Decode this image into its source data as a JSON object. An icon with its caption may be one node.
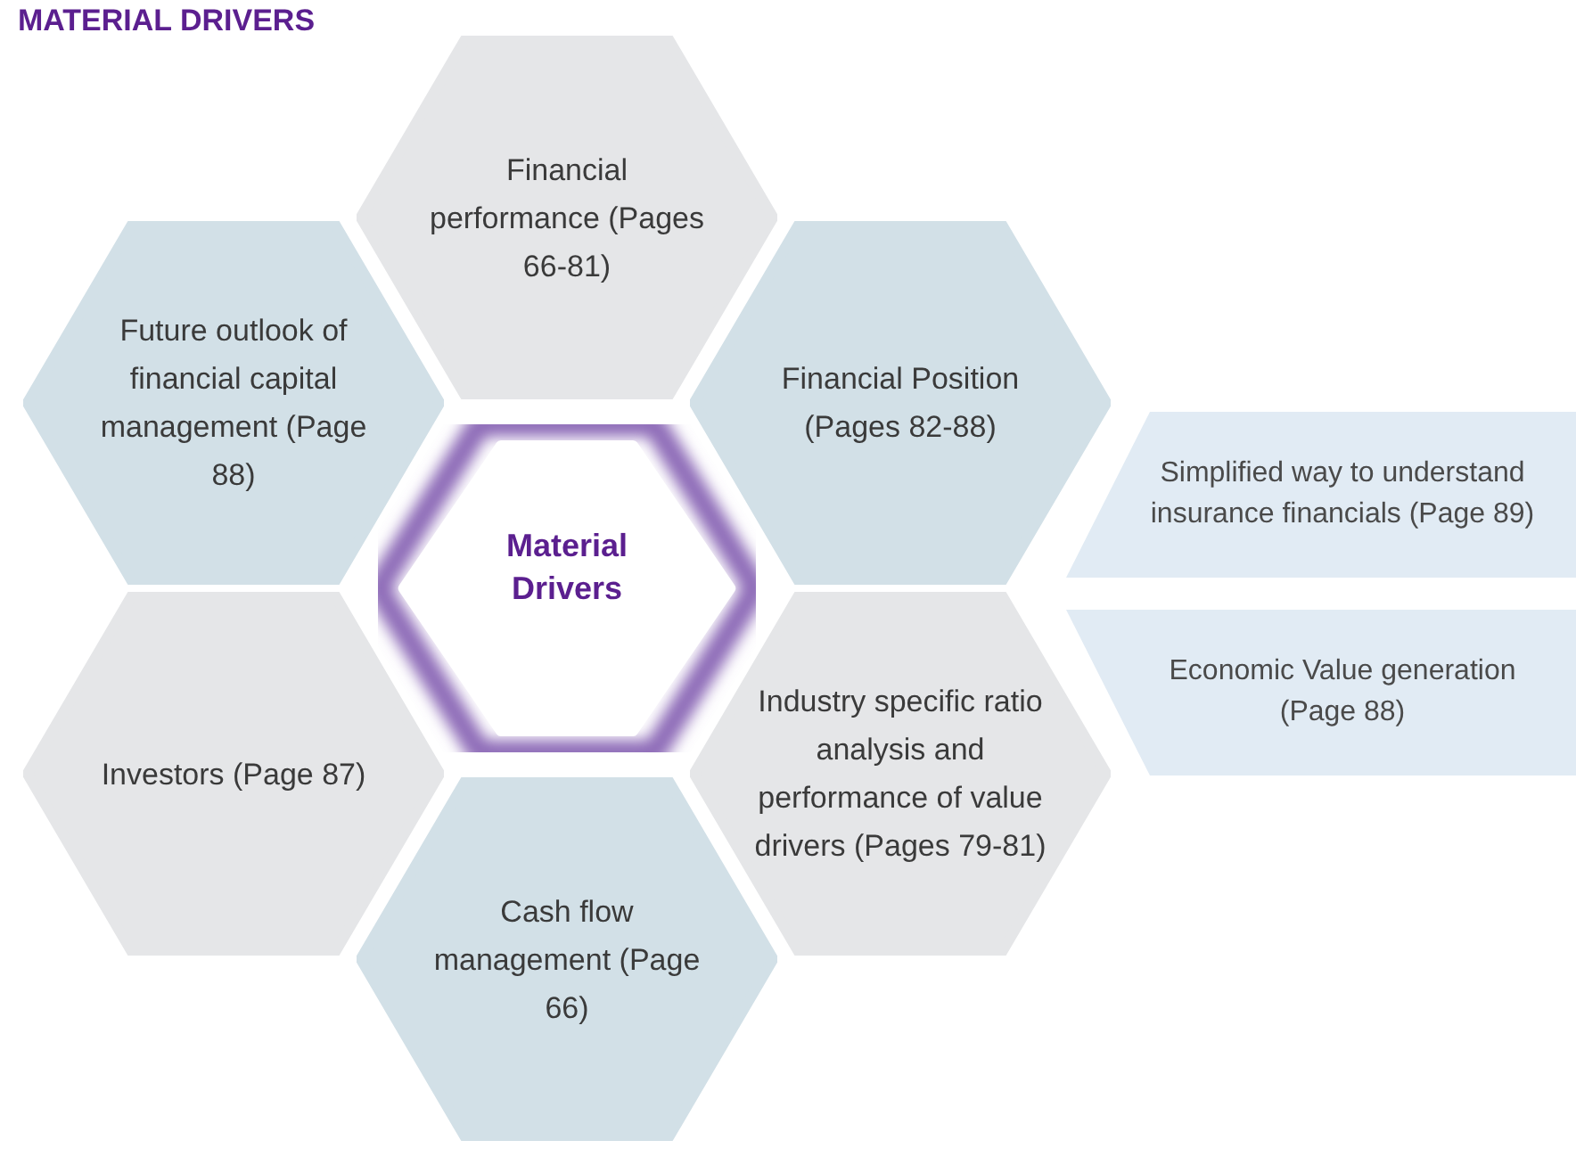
{
  "diagram": {
    "title": "MATERIAL DRIVERS",
    "nodes": [
      {
        "text": [
          "Financial performance (Pages 66-81)"
        ]
      },
      {
        "text": [
          "Future outlook of financial capital management (Page 88)"
        ]
      },
      {
        "text": [
          "Financial Position (Pages 82-88)"
        ]
      },
      {
        "text": [
          "Material Drivers"
        ]
      },
      {
        "text": [
          "Investors (Page 87)"
        ]
      },
      {
        "text": [
          "Industry specific ratio analysis and performance of value drivers (Pages 79-81)"
        ]
      },
      {
        "text": [
          "Cash flow management (Page 66)"
        ]
      },
      {
        "text": [
          "Simplified way to understand insurance financials (Page 89)"
        ]
      },
      {
        "text": [
          "Economic Value generation (Page 88)"
        ]
      }
    ]
  }
}
